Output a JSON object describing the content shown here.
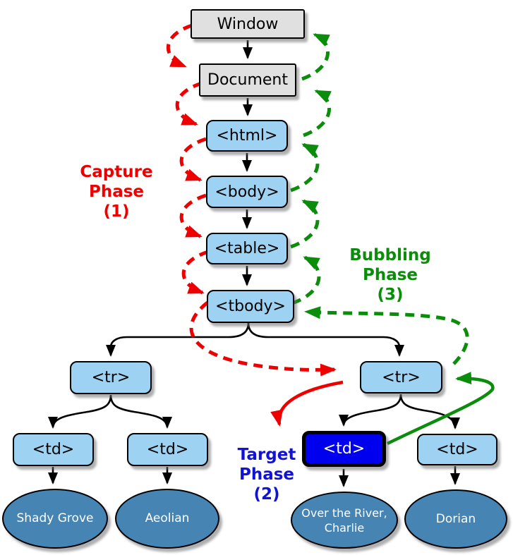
{
  "nodes": {
    "window": "Window",
    "document": "Document",
    "html": "<html>",
    "body": "<body>",
    "table": "<table>",
    "tbody": "<tbody>",
    "tr_left": "<tr>",
    "tr_right": "<tr>",
    "td_1": "<td>",
    "td_2": "<td>",
    "td_target": "<td>",
    "td_4": "<td>"
  },
  "leaves": {
    "leaf_1": "Shady Grove",
    "leaf_2": "Aeolian",
    "leaf_3": "Over the River, Charlie",
    "leaf_4": "Dorian"
  },
  "phase_labels": {
    "capture": {
      "lines": [
        "Capture",
        "Phase",
        "(1)"
      ]
    },
    "bubbling": {
      "lines": [
        "Bubbling",
        "Phase",
        "(3)"
      ]
    },
    "target": {
      "lines": [
        "Target",
        "Phase",
        "(2)"
      ]
    }
  },
  "colors": {
    "node_fill": "#9ed2f2",
    "root_fill": "#e0e0e0",
    "leaf_fill": "#4684b4",
    "target_fill": "#0000ee",
    "target_label": "#1212d6",
    "capture_red": "#ee0000",
    "bubbling_green": "#0b8c0b",
    "edge_black": "#000000"
  }
}
